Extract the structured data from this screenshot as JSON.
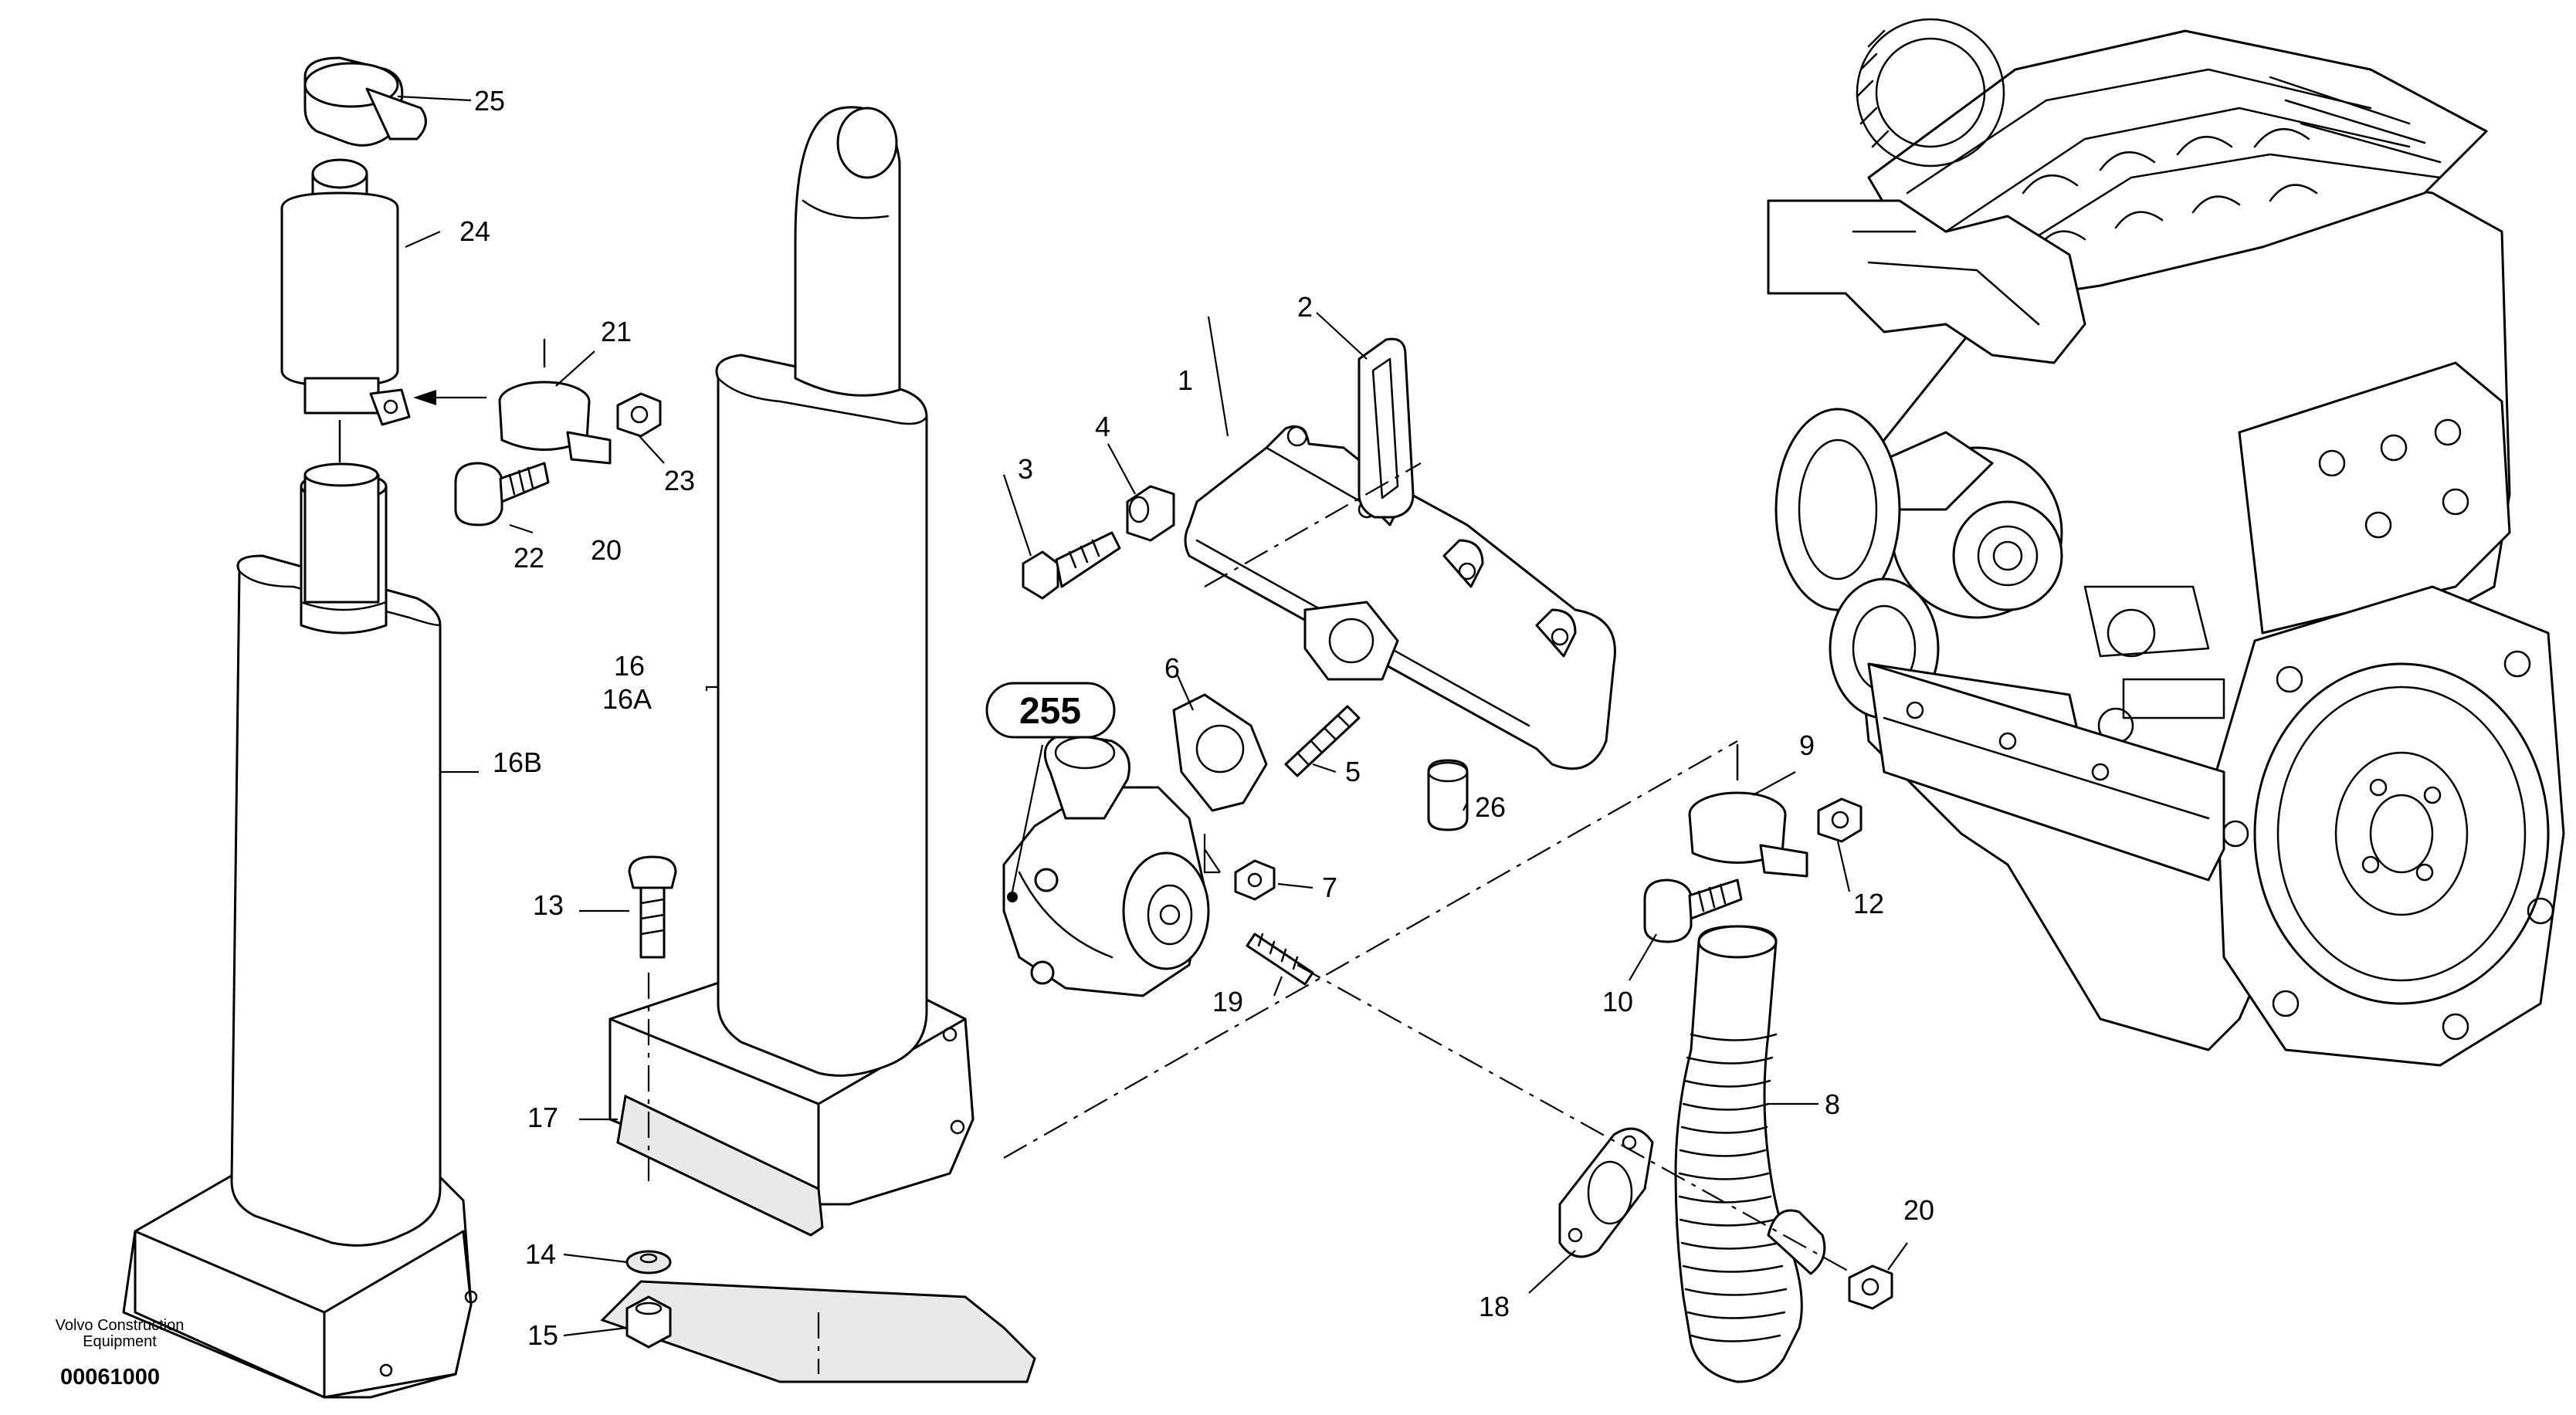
{
  "diagram": {
    "group_ref": "255",
    "brand": "Volvo Construction Equipment",
    "drawing_number": "00061000",
    "callouts": {
      "c1": "1",
      "c2": "2",
      "c3": "3",
      "c4": "4",
      "c5": "5",
      "c6": "6",
      "c7": "7",
      "c8": "8",
      "c9": "9",
      "c10": "10",
      "c12": "12",
      "c13": "13",
      "c14": "14",
      "c15": "15",
      "c16": "16",
      "c16a": "16A",
      "c16b": "16B",
      "c17": "17",
      "c18": "18",
      "c19": "19",
      "c20a": "20",
      "c20b": "20",
      "c21": "21",
      "c22": "22",
      "c23": "23",
      "c24": "24",
      "c25": "25",
      "c26": "26"
    }
  }
}
